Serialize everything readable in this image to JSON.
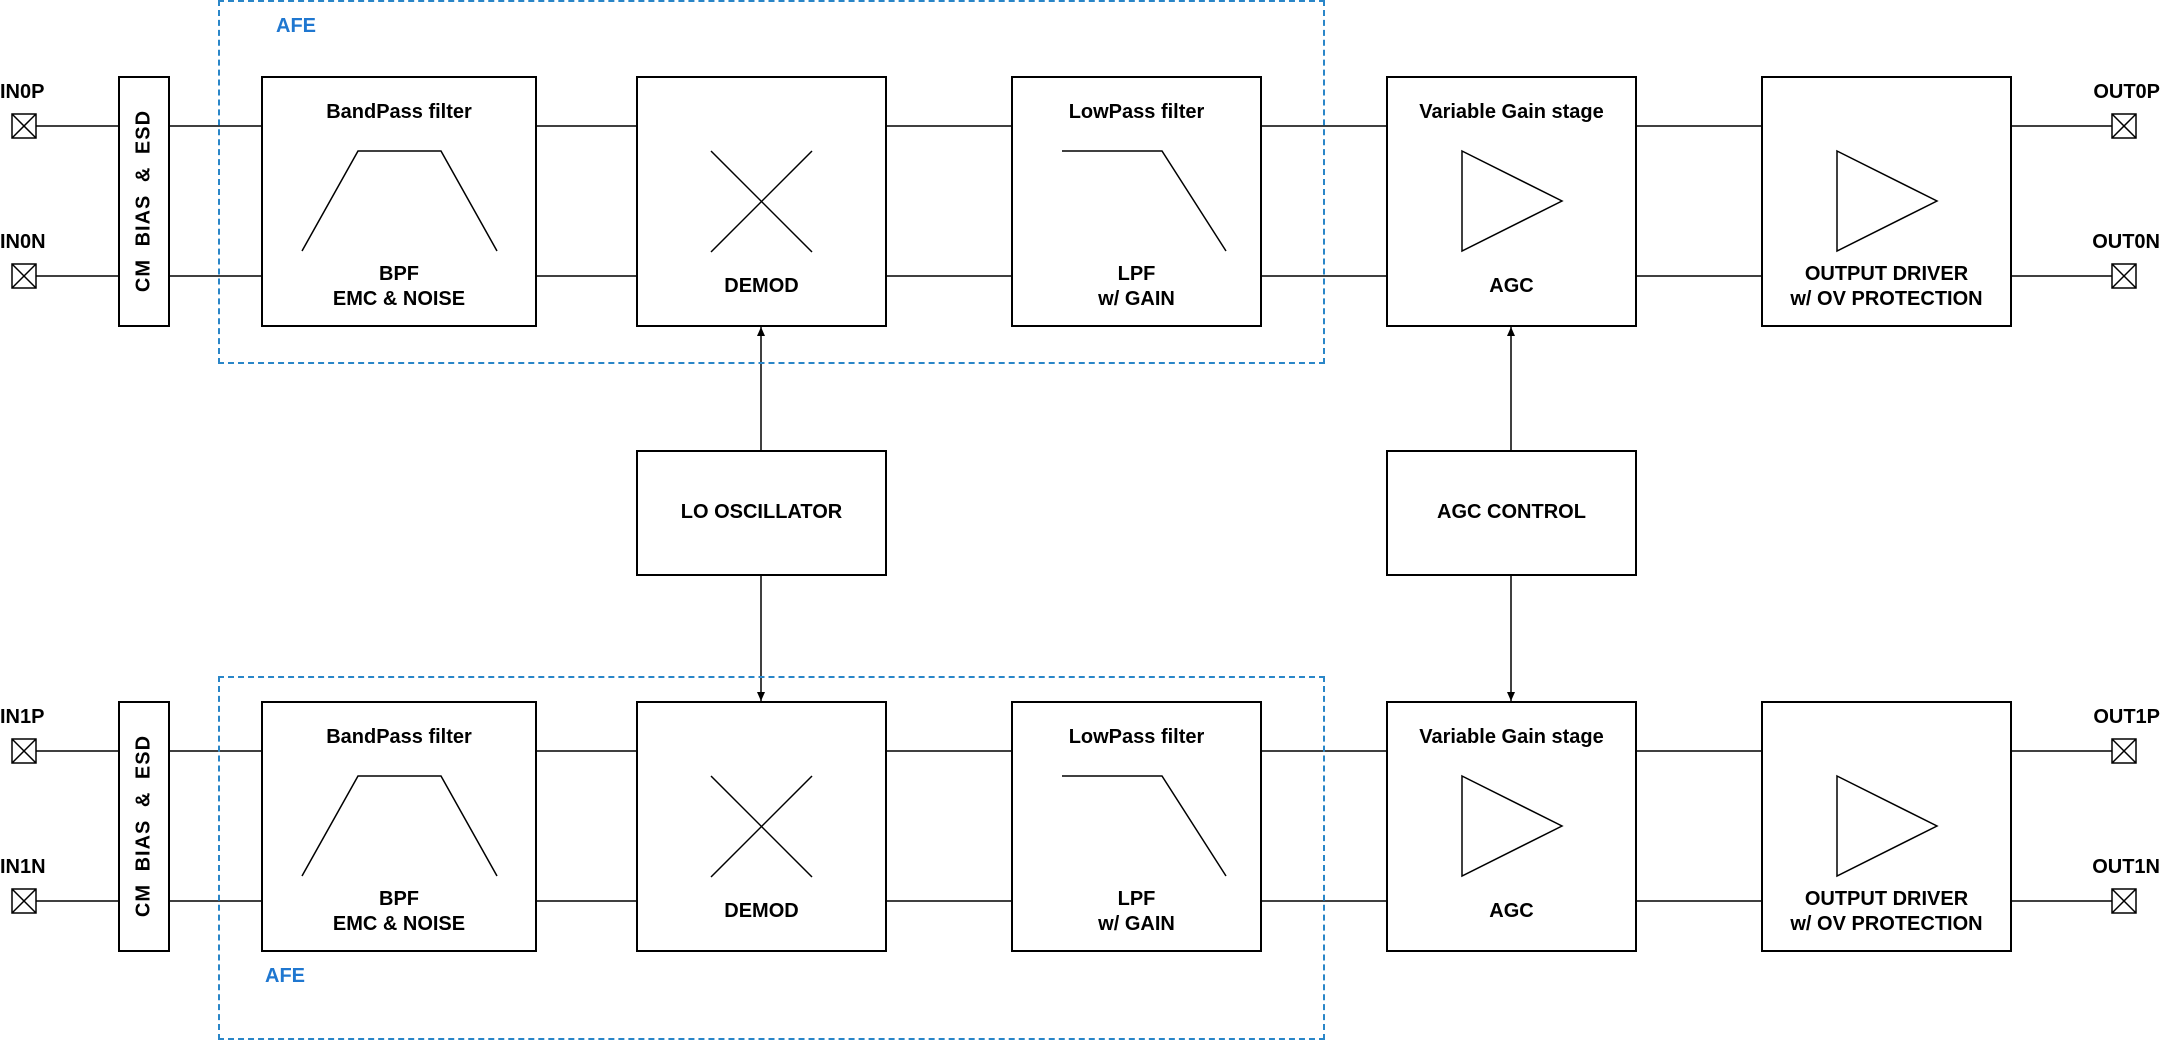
{
  "channels": [
    {
      "pins": {
        "in_p": "IN0P",
        "in_n": "IN0N",
        "out_p": "OUT0P",
        "out_n": "OUT0N"
      },
      "esd_label": "CM BIAS &  ESD",
      "afe_label": "AFE",
      "bpf": {
        "title": "BandPass filter",
        "line1": "BPF",
        "line2": "EMC & NOISE"
      },
      "demod": {
        "label": "DEMOD"
      },
      "lpf": {
        "title": "LowPass filter",
        "line1": "LPF",
        "line2": "w/ GAIN"
      },
      "vga": {
        "title": "Variable Gain stage",
        "label": "AGC"
      },
      "driver": {
        "line1": "OUTPUT DRIVER",
        "line2": "w/ OV PROTECTION"
      }
    },
    {
      "pins": {
        "in_p": "IN1P",
        "in_n": "IN1N",
        "out_p": "OUT1P",
        "out_n": "OUT1N"
      },
      "esd_label": "CM BIAS &  ESD",
      "afe_label": "AFE",
      "bpf": {
        "title": "BandPass filter",
        "line1": "BPF",
        "line2": "EMC & NOISE"
      },
      "demod": {
        "label": "DEMOD"
      },
      "lpf": {
        "title": "LowPass filter",
        "line1": "LPF",
        "line2": "w/ GAIN"
      },
      "vga": {
        "title": "Variable Gain stage",
        "label": "AGC"
      },
      "driver": {
        "line1": "OUTPUT DRIVER",
        "line2": "w/ OV PROTECTION"
      }
    }
  ],
  "lo_oscillator": "LO OSCILLATOR",
  "agc_control": "AGC CONTROL",
  "colors": {
    "afe_border": "#2a86c8",
    "afe_label": "#1f77d0",
    "lines": "#000000"
  }
}
